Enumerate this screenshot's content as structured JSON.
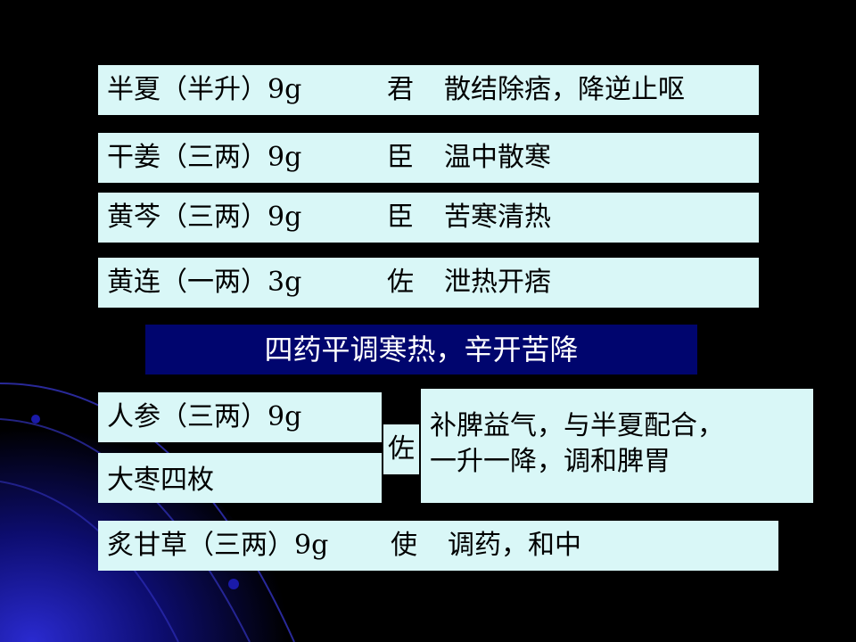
{
  "rows": [
    {
      "herb": "半夏（半升）9g",
      "role": "君",
      "function": "散结除痞，降逆止呕"
    },
    {
      "herb": "干姜（三两）9g",
      "role": "臣",
      "function": "温中散寒"
    },
    {
      "herb": "黄芩（三两）9g",
      "role": "臣",
      "function": "苦寒清热"
    },
    {
      "herb": "黄连（一两）3g",
      "role": "佐",
      "function": "泄热开痞"
    }
  ],
  "banner": "四药平调寒热，辛开苦降",
  "group": {
    "herbs": [
      "人参（三两）9g",
      "大枣四枚"
    ],
    "role": "佐",
    "function_lines": [
      "补脾益气，与半夏配合，",
      "一升一降，调和脾胃"
    ]
  },
  "last_row": {
    "herb": "炙甘草（三两）9g",
    "role": "使",
    "function": "调药，和中"
  },
  "colors": {
    "background": "#000000",
    "box": "#d9f7f7",
    "banner": "#00056e",
    "deco": "#1a1aa8"
  }
}
